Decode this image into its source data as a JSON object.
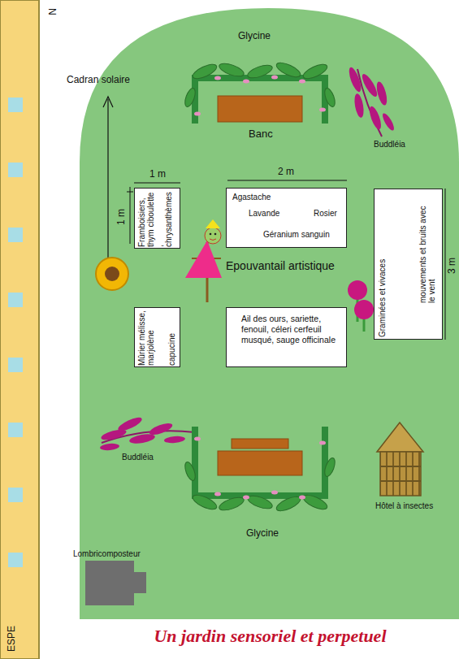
{
  "diagram": {
    "caption": "Un jardin sensoriel et perpetuel",
    "nodes": [
      {
        "text": [
          "Framboisiers, thym ciboulette , chrysanthèmes"
        ]
      },
      {
        "text": [
          "Agastache",
          "Lavande",
          "Rosier",
          "Géranium sanguin"
        ]
      },
      {
        "text": [
          "mouvements et bruits avec le vent",
          "Graminées et vivaces"
        ]
      },
      {
        "text": [
          "Mûrier mélisse, marjolène",
          "capucine"
        ]
      },
      {
        "text": [
          "Ail des ours, sariette, fenouil, céleri cerfeuil musqué, sauge officinale"
        ]
      }
    ],
    "labels": [
      "N",
      "Glycine",
      "Cadran solaire",
      "Banc",
      "Buddléia",
      "1 m",
      "2 m",
      "1 m",
      "Epouvantail artistique",
      "3 m",
      "Buddléia",
      "Hôtel à insectes",
      "Glycine",
      "Lombricomposteur",
      "ESPE"
    ]
  }
}
